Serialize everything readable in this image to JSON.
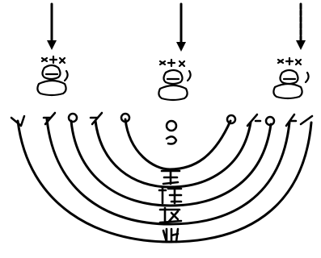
{
  "diagram": {
    "ink_color": "#000000",
    "background_color": "#ffffff",
    "lamps": [
      {
        "name": "left-lamp"
      },
      {
        "name": "center-lamp"
      },
      {
        "name": "right-lamp"
      }
    ],
    "arcs": [
      {
        "name": "arc-1"
      },
      {
        "name": "arc-2"
      },
      {
        "name": "arc-3"
      },
      {
        "name": "arc-4"
      },
      {
        "name": "arc-5"
      }
    ],
    "labels": {
      "center_mark": "",
      "stack_1": "",
      "stack_2": "",
      "stack_3": "",
      "stack_4": ""
    }
  }
}
